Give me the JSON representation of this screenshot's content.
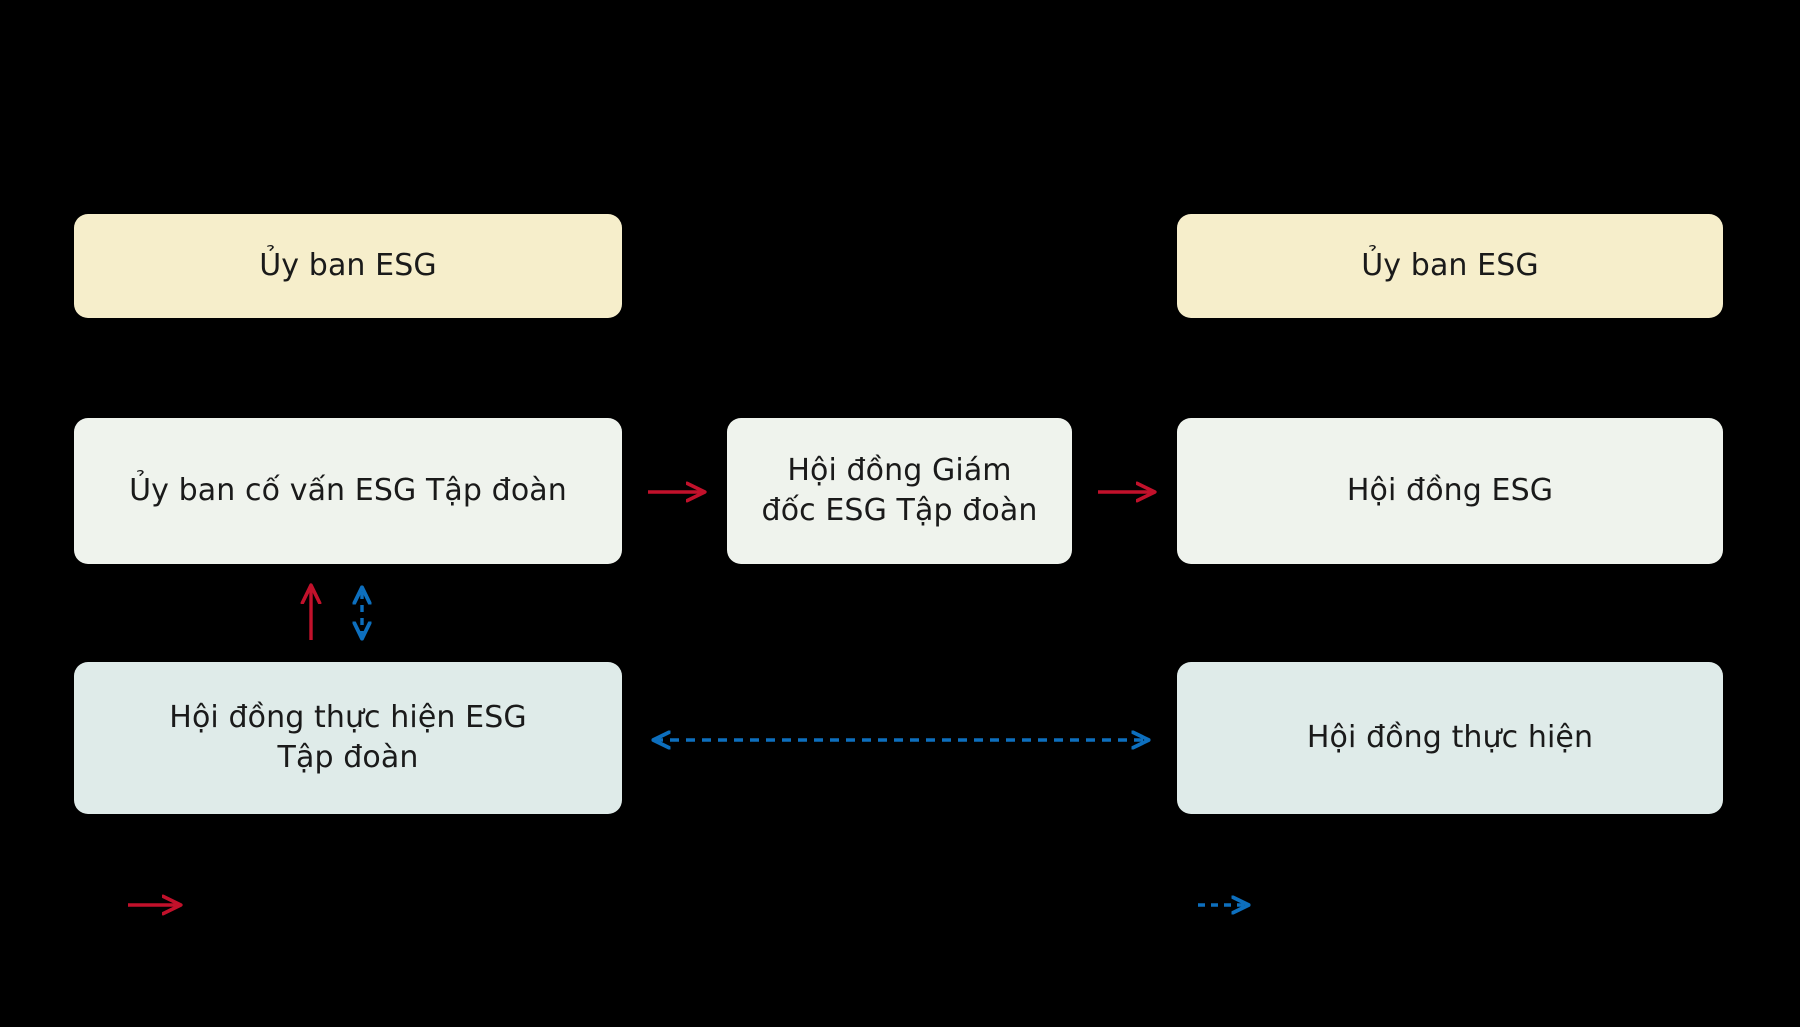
{
  "diagram": {
    "background_color": "#000000",
    "palette": {
      "cream": "#f6eecb",
      "mint": "#eff3ed",
      "ice": "#dfebe9",
      "red_arrow": "#c2112b",
      "blue_arrow": "#0d6fbe",
      "text": "#1a1a1a"
    },
    "nodes": {
      "esg_committee_left": "Ủy ban ESG",
      "esg_committee_right": "Ủy ban ESG",
      "group_esg_advisory_committee": "Ủy ban cố vấn ESG Tập đoàn",
      "group_esg_director_board": "Hội đồng Giám\nđốc ESG Tập đoàn",
      "esg_council": "Hội đồng ESG",
      "group_esg_execution_board": "Hội đồng thực hiện ESG\nTập đoàn",
      "execution_board": "Hội đồng thực hiện"
    },
    "connectors": [
      {
        "name": "advisory-to-director",
        "style": "solid",
        "color": "#c2112b",
        "direction": "right"
      },
      {
        "name": "director-to-council",
        "style": "solid",
        "color": "#c2112b",
        "direction": "right"
      },
      {
        "name": "execution-to-advisory",
        "style": "solid",
        "color": "#c2112b",
        "direction": "up"
      },
      {
        "name": "advisory-execution-bidirectional",
        "style": "dashed",
        "color": "#0d6fbe",
        "direction": "both-vertical"
      },
      {
        "name": "execution-boards-bidirectional",
        "style": "dashed",
        "color": "#0d6fbe",
        "direction": "both-horizontal"
      }
    ],
    "legend": [
      {
        "name": "legend-solid-red-arrow",
        "style": "solid",
        "color": "#c2112b",
        "label": ""
      },
      {
        "name": "legend-dashed-blue-arrow",
        "style": "dashed",
        "color": "#0d6fbe",
        "label": ""
      }
    ]
  }
}
